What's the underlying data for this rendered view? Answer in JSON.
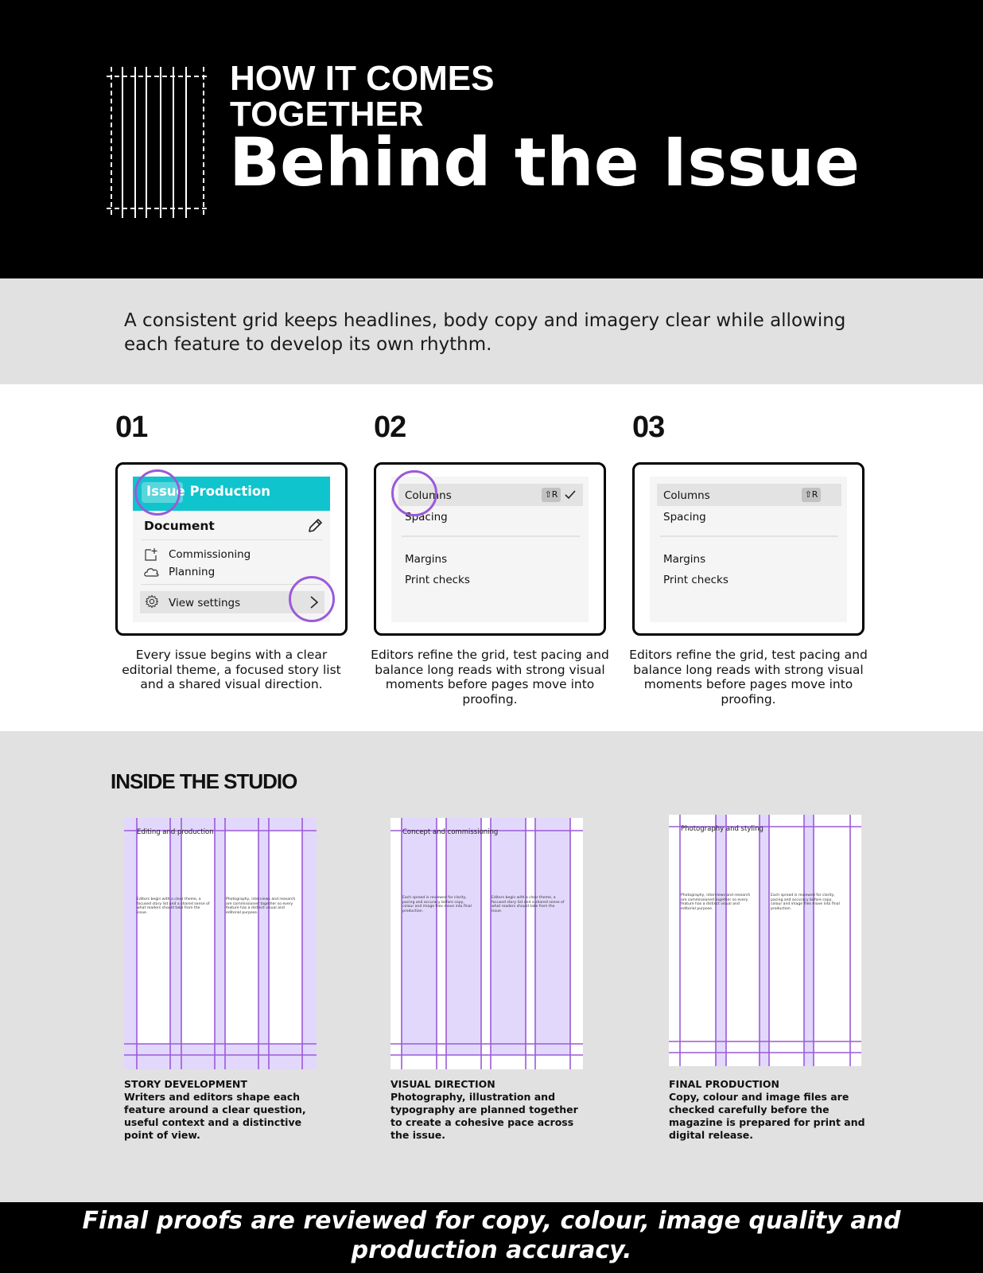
{
  "hero": {
    "kicker_line1": "HOW IT COMES",
    "kicker_line2": "TOGETHER",
    "title": "Behind the Issue"
  },
  "intro": {
    "text": "A consistent grid keeps headlines, body copy and imagery clear while allowing each feature to develop its own rhythm."
  },
  "steps": [
    {
      "number": "01",
      "caption": "Every issue begins with a clear editorial theme, a focused story list and a shared visual direction.",
      "menu": {
        "bar_label": "Issue Production",
        "section": "Document",
        "items": [
          "Commissioning",
          "Planning"
        ],
        "action": "View settings"
      }
    },
    {
      "number": "02",
      "caption": "Editors refine the grid, test pacing and balance long reads with strong visual moments before pages move into proofing.",
      "menu": {
        "items": [
          "Columns",
          "Spacing",
          "Margins",
          "Print checks"
        ],
        "shortcut": "⇧R"
      }
    },
    {
      "number": "03",
      "caption": "Editors refine the grid, test pacing and balance long reads with strong visual moments before pages move into proofing.",
      "menu": {
        "items": [
          "Columns",
          "Spacing",
          "Margins",
          "Print checks"
        ],
        "shortcut": "⇧R"
      }
    }
  ],
  "studio": {
    "title": "INSIDE THE STUDIO",
    "spreads": [
      {
        "heading": "Editing and production",
        "copy_left": "Editors begin with a clear theme, a focused story list and a shared sense of what readers should take from the issue.",
        "copy_right": "Photography, interviews and research are commissioned together so every feature has a distinct visual and editorial purpose.",
        "stage_title": "STORY DEVELOPMENT",
        "stage_text": "Writers and editors shape each feature around a clear question, useful context and a distinctive point of view."
      },
      {
        "heading": "Concept and commissioning",
        "copy_left": "Each spread is reviewed for clarity, pacing and accuracy before copy, colour and image files move into final production.",
        "copy_right": "Editors begin with a clear theme, a focused story list and a shared sense of what readers should take from the issue.",
        "stage_title": "VISUAL DIRECTION",
        "stage_text": "Photography, illustration and typography are planned together to create a cohesive pace across the issue."
      },
      {
        "heading": "Photography and styling",
        "copy_left": "Photography, interviews and research are commissioned together so every feature has a distinct visual and editorial purpose.",
        "copy_right": "Each spread is reviewed for clarity, pacing and accuracy before copy, colour and image files move into final production.",
        "stage_title": "FINAL PRODUCTION",
        "stage_text": "Copy, colour and image files are checked carefully before the magazine is prepared for print and digital release."
      }
    ]
  },
  "footer": {
    "text": "Final proofs are reviewed for copy, colour, image quality and production accuracy."
  },
  "colors": {
    "accent_purple": "#9b5ad9",
    "grid_fill": "#e2d8fb",
    "teal_bar": "#10c4cd",
    "band_grey": "#e1e1e1"
  }
}
